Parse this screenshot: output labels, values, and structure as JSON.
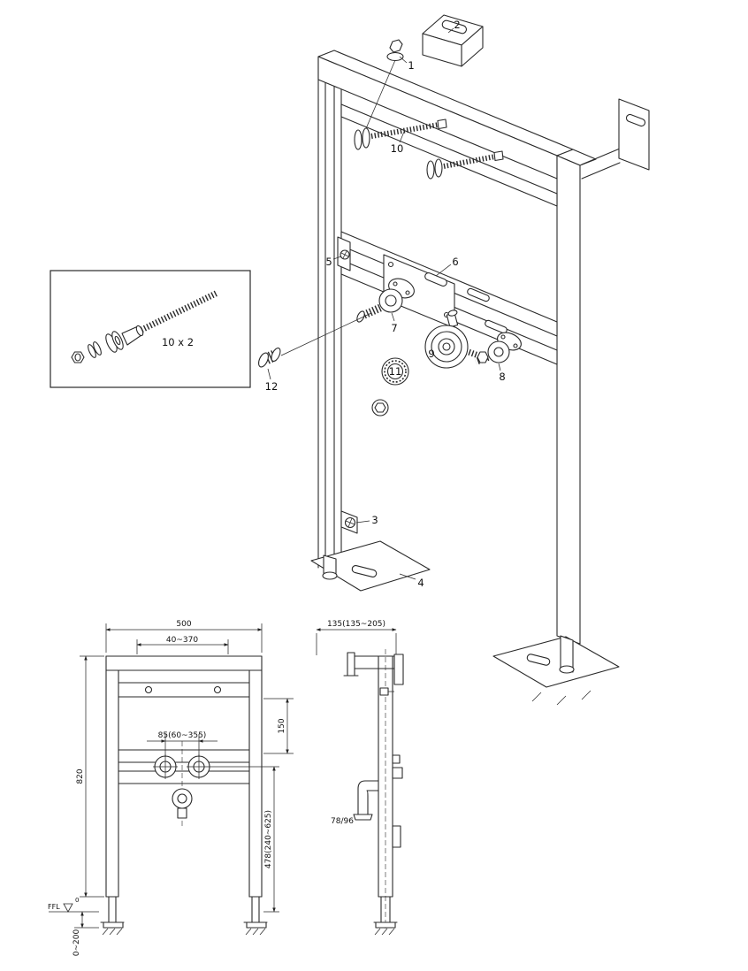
{
  "iso_view": {
    "callouts": {
      "part1": "1",
      "part2": "2",
      "part3": "3",
      "part4": "4",
      "part5": "5",
      "part6": "6",
      "part7": "7",
      "part8": "8",
      "part9": "9",
      "part10": "10",
      "part11": "11",
      "part12": "12"
    }
  },
  "inset": {
    "label": "10 x 2"
  },
  "front_view": {
    "dims": {
      "total_width": "500",
      "bracket_range": "40~370",
      "tap_hole_spacing": "85(60~355)",
      "rail_offset": "150",
      "frame_height": "820",
      "outlet_height": "478(240~625)",
      "foot_adjust": "0~200"
    },
    "floor": {
      "label": "FFL",
      "level": "0"
    }
  },
  "side_view": {
    "dims": {
      "depth": "135(135~205)",
      "drain_pipe": "78/96"
    }
  },
  "colors": {
    "line": "#2a2a2a",
    "background": "#ffffff"
  }
}
